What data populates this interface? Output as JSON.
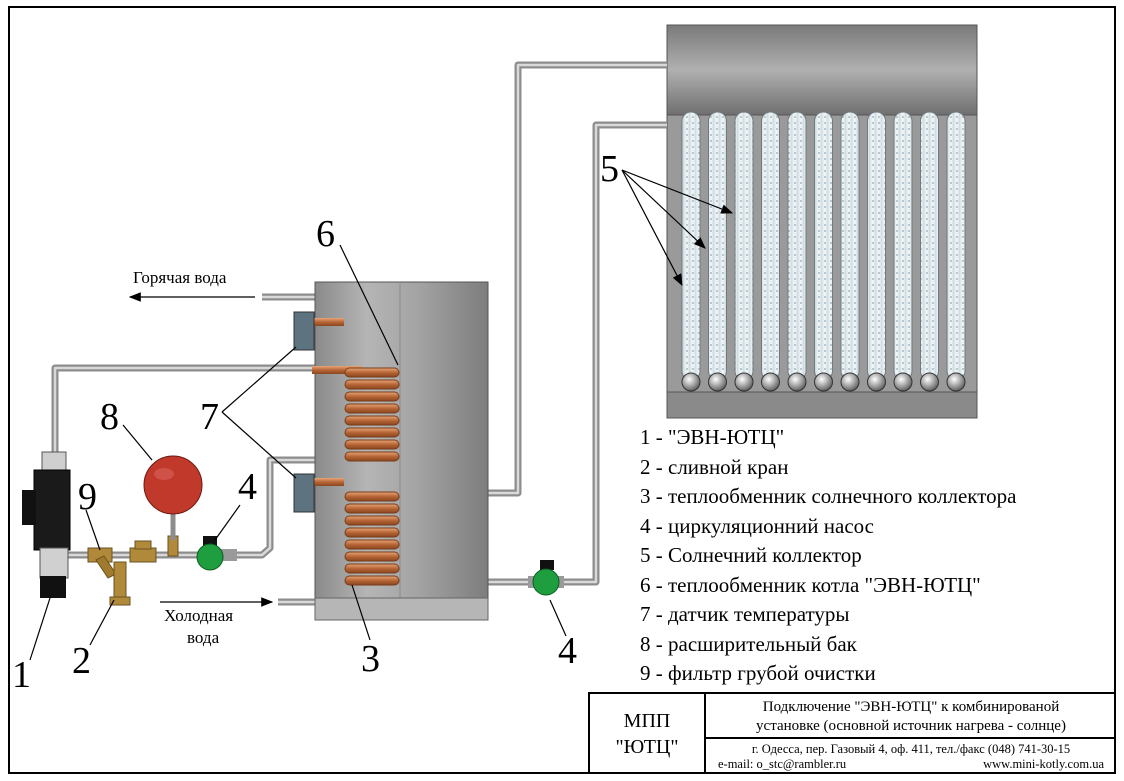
{
  "legend": [
    "1 - \"ЭВН-ЮТЦ\"",
    "2 - сливной кран",
    "3 - теплообменник солнечного коллектора",
    "4 - циркуляционний насос",
    "5 - Солнечний коллектор",
    "6 - теплообменник котла \"ЭВН-ЮТЦ\"",
    "7 - датчик температуры",
    "8 - расширительный бак",
    "9 - фильтр грубой очистки"
  ],
  "labels": {
    "hot_water": "Горячая вода",
    "cold_water_1": "Холодная",
    "cold_water_2": "вода"
  },
  "numbers": {
    "n1": "1",
    "n2": "2",
    "n3": "3",
    "n4a": "4",
    "n4b": "4",
    "n5": "5",
    "n6": "6",
    "n7": "7",
    "n8": "8",
    "n9": "9"
  },
  "title_block": {
    "org_line1": "МПП",
    "org_line2": "\"ЮТЦ\"",
    "title_line1": "Подключение \"ЭВН-ЮТЦ\" к комбинированой",
    "title_line2": "установке (основной источник нагрева - солнце)",
    "address": "г. Одесса, пер. Газовый 4, оф. 411, тел./факс (048) 741-30-15",
    "email": "e-mail: o_stc@rambler.ru",
    "website": "www.mini-kotly.com.ua"
  },
  "colors": {
    "pipe": "#bfbfbf",
    "tank": "#9c9c9c",
    "copper": "#c77a4c",
    "pump": "#1e9e3e",
    "expansion_tank": "#c0392b",
    "brass": "#b08a3a"
  }
}
